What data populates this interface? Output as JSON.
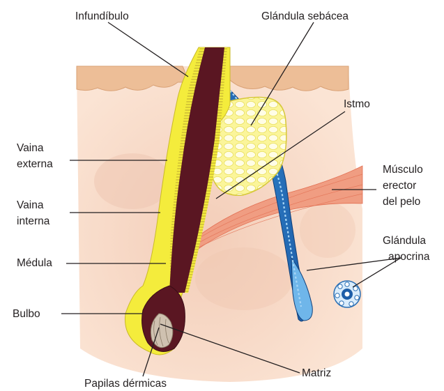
{
  "labels": {
    "infundibulo": "Infundíbulo",
    "glandula_sebacea": "Glándula sebácea",
    "istmo": "Istmo",
    "vaina_externa_1": "Vaina",
    "vaina_externa_2": "externa",
    "vaina_interna_1": "Vaina",
    "vaina_interna_2": "interna",
    "medula": "Médula",
    "bulbo": "Bulbo",
    "papilas": "Papilas dérmicas",
    "matriz": "Matriz",
    "musculo_1": "Músculo",
    "musculo_2": "erector",
    "musculo_3": "del pelo",
    "apocrina_1": "Glándula",
    "apocrina_2": "apocrina"
  },
  "colors": {
    "skin": "#f8dcc9",
    "epidermis": "#edbe97",
    "hair_shaft": "#5a1622",
    "sheath": "#f4ec3c",
    "sebaceous": "#f9f27c",
    "duct": "#2a6fb4",
    "muscle": "#ef8a6f"
  }
}
